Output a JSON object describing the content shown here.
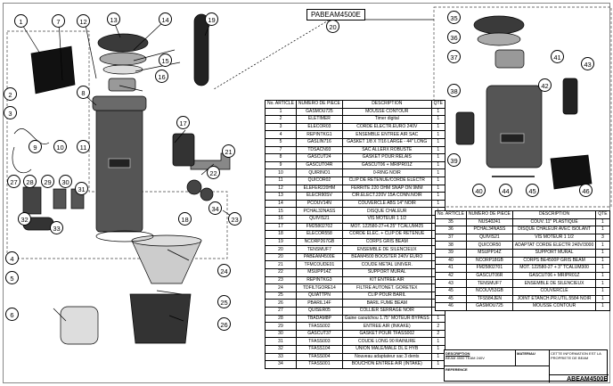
{
  "callout": {
    "title": "PABEAM4500E",
    "number": "20"
  },
  "table_left": {
    "headers": [
      "No. ARTICLE",
      "NUMERO DE PIECE",
      "DESCRIPTION",
      "QTE"
    ],
    "rows": [
      [
        "1",
        "GASMOU725",
        "MOUSSE CONTOUR",
        "1"
      ],
      [
        "2",
        "ELETIMER",
        "Timer digital",
        "1"
      ],
      [
        "3",
        "ELECOR03",
        "CORDE ELECTR.EURO 240V",
        "1"
      ],
      [
        "4",
        "REPINTKG1",
        "ENSEMBLE ENTREE AIR SAC",
        "1"
      ],
      [
        "5",
        "GASLIN716",
        "GASKET 1/8 X 7/16 LARGE - 44\" LONG",
        "1"
      ],
      [
        "7",
        "TDSACN93",
        "SAC ALLERX ROBUSTE",
        "1"
      ],
      [
        "8",
        "GASCUT24",
        "GASKET POUR RELAIS",
        "1"
      ],
      [
        "9",
        "GASCUT04R",
        "GASCUT06 + MRIPR01Z",
        "1"
      ],
      [
        "10",
        "QUIRINO1",
        "0-RING NOIR",
        "1"
      ],
      [
        "11",
        "QUICOR02",
        "CLIP DE RETENUE/CORDE ELECTR",
        "1"
      ],
      [
        "12",
        "ELEFER220HM",
        "FERRITE 220 OHM SNAP ON 9MM",
        "1"
      ],
      [
        "13",
        "ELECR90SV",
        "CIR.ELECT.220V 15A CONN.NOIR",
        "1"
      ],
      [
        "14",
        "PCOUV14N",
        "COUVERCLE ABS 14\" NOIR",
        "1"
      ],
      [
        "15",
        "PCHAL32NASS",
        "DISQUE CHALEUR",
        "1"
      ],
      [
        "16",
        "QUIVIS21",
        "VIS MOTEUR 1 1/2",
        "3"
      ],
      [
        "17",
        "FM25802702",
        "MOT. 122580-27+4.25\" TCALUM425",
        "1"
      ],
      [
        "18",
        "ELECOR558",
        "CORDE ELEC. + CLIP DE RETENUE",
        "1"
      ],
      [
        "19",
        "NCORP267GB",
        "CORPS GRIS BEAM",
        "1"
      ],
      [
        "20",
        "TENSMUF7",
        "ENSEMBLE DE SILENCIEUX",
        "1"
      ],
      [
        "20",
        "PABEAM4500E",
        "BEAM4500 BOOSTER 240V EURO",
        "1"
      ],
      [
        "21",
        "TFMCOUDE01",
        "COUDE METAL UNIVER.",
        "1"
      ],
      [
        "22",
        "MSUPP14Z",
        "SUPPORT MURAL",
        "1"
      ],
      [
        "23",
        "REPINTKG3",
        "KIT ENTREE AIR",
        "1"
      ],
      [
        "24",
        "TDFILTGORE14",
        "FILTRE AUTONET. GORETEX",
        "1"
      ],
      [
        "25",
        "QUIATTPN",
        "CLIP POUR BARIL",
        "2"
      ],
      [
        "26",
        "PBARIL14F",
        "BARIL FUME BEAM",
        "1"
      ],
      [
        "27",
        "QUISER05",
        "COLLIER SERRAGE NOIR",
        "2"
      ],
      [
        "28",
        "TBADAM8P",
        "Gaine caoutchou 1.75\" MOTEUR BYPASS",
        "1"
      ],
      [
        "29",
        "TFASS002",
        "ENTREE AIR (INKAKE)",
        "2"
      ],
      [
        "30",
        "GASCUT37",
        "GASKET POUR TFASS002",
        "2"
      ],
      [
        "31",
        "TFASS003",
        "COUDE LONG 90 RAINURE",
        "1"
      ],
      [
        "32",
        "TFASS104",
        "UNION MALE/MALE DL E HYB",
        "1"
      ],
      [
        "33",
        "TFASS004",
        "Nouveau adaptateur sac 3 dents",
        "1"
      ],
      [
        "34",
        "TFASS001",
        "BOUCHON ENTREE AIR (INTAKE)",
        "1"
      ]
    ]
  },
  "table_right": {
    "headers": [
      "No. ARTICLE",
      "NUMERO DE PIECE",
      "DESCRIPTION",
      "QTE"
    ],
    "rows": [
      [
        "35",
        "NUS40241",
        "COUV. 11\" PLASTIQUE",
        "1"
      ],
      [
        "36",
        "PCHAL34NASS",
        "DISQUE CHALEUR AVEC ISOLANT",
        "1"
      ],
      [
        "37",
        "QUIVIS21",
        "VIS MOTEUR 1 1/2",
        "3"
      ],
      [
        "38",
        "QUICOR50",
        "ADAPTAT CORDE ELECTR 240V/3000",
        "1"
      ],
      [
        "39",
        "MSUPP14Z",
        "SUPPORT MURAL",
        "1"
      ],
      [
        "40",
        "NCORP18GB",
        "CORPS BE4500P GRIS BEAM",
        "1"
      ],
      [
        "41",
        "FM25802701",
        "MOT. 122580-27 + 3\" TCALUM300",
        "1"
      ],
      [
        "42",
        "GASCUT06R",
        "GASCUT06 + MRIPR01Z",
        "1"
      ],
      [
        "43",
        "TENSMUF7",
        "ENSEMBLE DE SILENCIEUX",
        "1"
      ],
      [
        "45",
        "NCOUV53GB",
        "COUVERCLE",
        "1"
      ],
      [
        "45",
        "TFS584JEN",
        "JOINT ETANCH.PR.UTIL.5584 NOIR",
        "1"
      ],
      [
        "46",
        "GASMOU725",
        "MOUSSE CONTOUR",
        "1"
      ]
    ]
  },
  "title_block": {
    "description_label": "DESCRIPTION",
    "description_value": "BEAM 4500 TEAM 240V",
    "material_label": "MATERIAU",
    "reference_label": "REFERENCE",
    "drawing_number": "ABEAM4500E",
    "note": "CETTE INFORMATION EST LA PROPRIETE DE BEAM"
  },
  "balloons": {
    "b1": "1",
    "b2": "2",
    "b3": "3",
    "b4": "4",
    "b5": "5",
    "b6": "6",
    "b7": "7",
    "b8": "8",
    "b9": "9",
    "b10": "10",
    "b11": "11",
    "b12": "12",
    "b13": "13",
    "b14": "14",
    "b15": "15",
    "b16": "16",
    "b17": "17",
    "b18": "18",
    "b19": "19",
    "b21": "21",
    "b22": "22",
    "b23": "23",
    "b24": "24",
    "b25": "25",
    "b26": "26",
    "b27": "27",
    "b28": "28",
    "b29": "29",
    "b30": "30",
    "b31": "31",
    "b32": "32",
    "b33": "33",
    "b34": "34",
    "b35": "35",
    "b36": "36",
    "b37": "37",
    "b38": "38",
    "b39": "39",
    "b40": "40",
    "b41": "41",
    "b42": "42",
    "b43": "43",
    "b44": "44",
    "b45": "45",
    "b46": "46"
  },
  "badge_text": "BEAM"
}
